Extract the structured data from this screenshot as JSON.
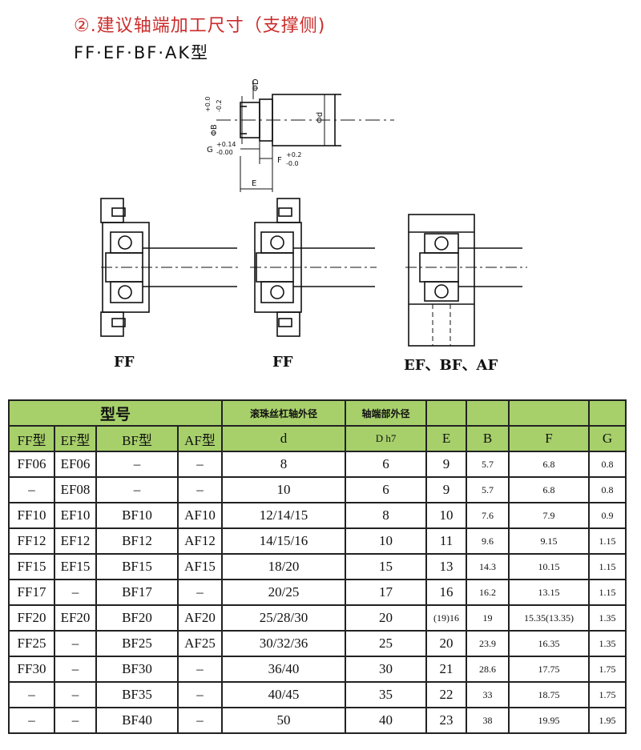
{
  "header": {
    "title": "②.建议轴端加工尺寸（支撑侧)",
    "subtitle": "FF·EF·BF·AK型"
  },
  "drawing": {
    "labels": {
      "d": "Φd",
      "d_upper": "ΦD",
      "db_main": "ΦB",
      "db_tol_top": "+0.0",
      "db_tol_bottom": "-0.2",
      "g_main": "G",
      "g_tol_top": "+0.14",
      "g_tol_bottom": "-0.00",
      "f_main": "F",
      "f_tol_top": "+0.2",
      "f_tol_bottom": "-0.0",
      "e": "E"
    },
    "figures": [
      "FF",
      "FF",
      "EF、BF、AF"
    ]
  },
  "table": {
    "header_row1": [
      "型号",
      "滚珠丝杠轴外径",
      "轴端部外径"
    ],
    "header_row2": [
      "FF型",
      "EF型",
      "BF型",
      "AF型",
      "d",
      "D h7",
      "E",
      "B",
      "F",
      "G"
    ],
    "rows": [
      [
        "FF06",
        "EF06",
        "–",
        "–",
        "8",
        "6",
        "9",
        "5.7",
        "6.8",
        "0.8"
      ],
      [
        "–",
        "EF08",
        "–",
        "–",
        "10",
        "6",
        "9",
        "5.7",
        "6.8",
        "0.8"
      ],
      [
        "FF10",
        "EF10",
        "BF10",
        "AF10",
        "12/14/15",
        "8",
        "10",
        "7.6",
        "7.9",
        "0.9"
      ],
      [
        "FF12",
        "EF12",
        "BF12",
        "AF12",
        "14/15/16",
        "10",
        "11",
        "9.6",
        "9.15",
        "1.15"
      ],
      [
        "FF15",
        "EF15",
        "BF15",
        "AF15",
        "18/20",
        "15",
        "13",
        "14.3",
        "10.15",
        "1.15"
      ],
      [
        "FF17",
        "–",
        "BF17",
        "–",
        "20/25",
        "17",
        "16",
        "16.2",
        "13.15",
        "1.15"
      ],
      [
        "FF20",
        "EF20",
        "BF20",
        "AF20",
        "25/28/30",
        "20",
        "(19)16",
        "19",
        "15.35(13.35)",
        "1.35"
      ],
      [
        "FF25",
        "–",
        "BF25",
        "AF25",
        "30/32/36",
        "25",
        "20",
        "23.9",
        "16.35",
        "1.35"
      ],
      [
        "FF30",
        "–",
        "BF30",
        "–",
        "36/40",
        "30",
        "21",
        "28.6",
        "17.75",
        "1.75"
      ],
      [
        "–",
        "–",
        "BF35",
        "–",
        "40/45",
        "35",
        "22",
        "33",
        "18.75",
        "1.75"
      ],
      [
        "–",
        "–",
        "BF40",
        "–",
        "50",
        "40",
        "23",
        "38",
        "19.95",
        "1.95"
      ]
    ]
  },
  "colors": {
    "title": "#cc2b2b",
    "header_bg": "#a7d06b",
    "line": "#222222"
  }
}
